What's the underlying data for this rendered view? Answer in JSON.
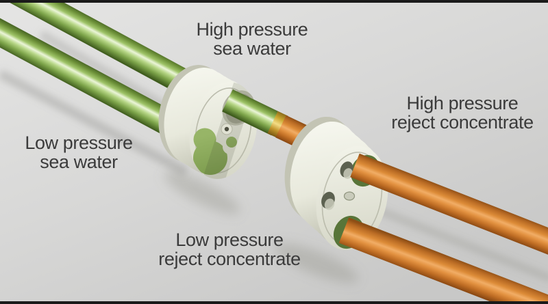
{
  "labels": {
    "high_pressure_sea_water": {
      "line1": "High pressure",
      "line2": "sea water"
    },
    "high_pressure_reject_concentrate": {
      "line1": "High pressure",
      "line2": "reject concentrate"
    },
    "low_pressure_sea_water": {
      "line1": "Low pressure",
      "line2": "sea water"
    },
    "low_pressure_reject_concentrate": {
      "line1": "Low pressure",
      "line2": "reject concentrate"
    }
  },
  "colors": {
    "bg_top": "#e5e5e4",
    "bg_mid": "#d8d8d7",
    "bg_bottom": "#c8c8c7",
    "bar": "#1a1a1a",
    "text": "#3b3b3b",
    "shadow": "#83837c",
    "green_0": "#4a6825",
    "green_1": "#6c9038",
    "green_2": "#9fc468",
    "green_3": "#ebf5d8",
    "green_4": "#b5d584",
    "green_5": "#7da44a",
    "green_6": "#3f5c1d",
    "orange_0": "#8d4e15",
    "orange_1": "#b96b24",
    "orange_2": "#dd8c38",
    "orange_3": "#f1ad66",
    "orange_4": "#e29140",
    "orange_5": "#bf6d24",
    "orange_6": "#8a4812",
    "gold_0": "#8a6a1a",
    "gold_1": "#caa62f",
    "gold_2": "#f3dc85",
    "gold_3": "#c1932a",
    "gold_4": "#7a5a12",
    "disc_back": "#c3c4b4",
    "disc_body_light": "#f6f7ef",
    "disc_body_mid": "#e8e9dc",
    "disc_body_dark": "#b8b9a9",
    "disc_face_light": "#f2f3e9",
    "disc_face_dark": "#d6d7c8",
    "groove": "#b2b3a2",
    "recess_outer": "#a9ab98",
    "recess_inner": "#8f917e",
    "boss_fill": "#e0e1d3",
    "boss_rim": "#b3b4a3",
    "boss_hole": "#4e5042",
    "hole_dark": "#5c6150",
    "dimple_light": "#c9cbbb",
    "dimple_rim": "#8f947e",
    "port_green_light": "#97b567",
    "port_green_dark": "#7b9a4c",
    "port_rim_green": "#587539",
    "face_shadow": "#3c4030"
  }
}
